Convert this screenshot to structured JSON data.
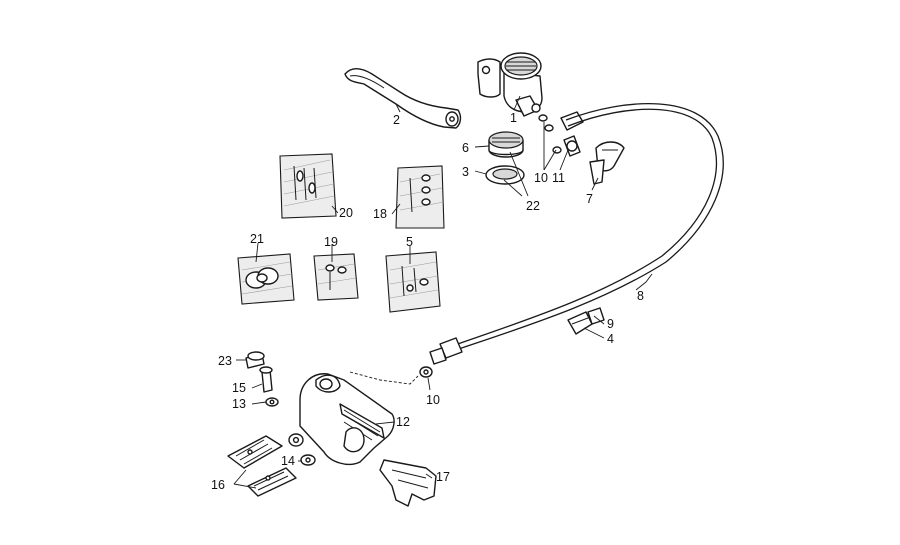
{
  "callouts": [
    {
      "id": "c1",
      "text": "1"
    },
    {
      "id": "c2",
      "text": "2"
    },
    {
      "id": "c3",
      "text": "3"
    },
    {
      "id": "c4",
      "text": "4"
    },
    {
      "id": "c5",
      "text": "5"
    },
    {
      "id": "c6",
      "text": "6"
    },
    {
      "id": "c7",
      "text": "7"
    },
    {
      "id": "c8",
      "text": "8"
    },
    {
      "id": "c9",
      "text": "9"
    },
    {
      "id": "c10a",
      "text": "10"
    },
    {
      "id": "c10b",
      "text": "10"
    },
    {
      "id": "c11",
      "text": "11"
    },
    {
      "id": "c12",
      "text": "12"
    },
    {
      "id": "c13",
      "text": "13"
    },
    {
      "id": "c14",
      "text": "14"
    },
    {
      "id": "c15",
      "text": "15"
    },
    {
      "id": "c16",
      "text": "16"
    },
    {
      "id": "c17",
      "text": "17"
    },
    {
      "id": "c18",
      "text": "18"
    },
    {
      "id": "c19",
      "text": "19"
    },
    {
      "id": "c20",
      "text": "20"
    },
    {
      "id": "c21",
      "text": "21"
    },
    {
      "id": "c22",
      "text": "22"
    },
    {
      "id": "c23",
      "text": "23"
    }
  ]
}
